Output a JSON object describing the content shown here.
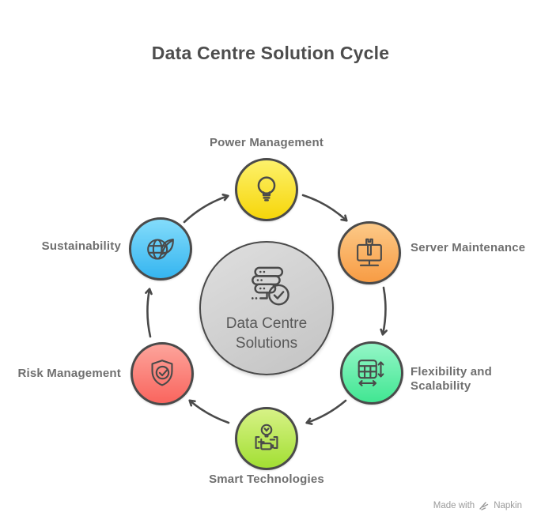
{
  "title": "Data Centre Solution Cycle",
  "center": {
    "label": "Data Centre\nSolutions",
    "icon": "server-check-icon",
    "color_top": "#dfdfdf",
    "color_bottom": "#c3c3c3"
  },
  "nodes": [
    {
      "id": "power-management",
      "label": "Power Management",
      "icon": "lightbulb-icon",
      "color_top": "#fdf16b",
      "color_bottom": "#f6d60a"
    },
    {
      "id": "server-maintenance",
      "label": "Server Maintenance",
      "icon": "monitor-wrench-icon",
      "color_top": "#fcc987",
      "color_bottom": "#f89c44"
    },
    {
      "id": "flexibility-scalability",
      "label": "Flexibility and\nScalability",
      "icon": "grid-resize-icon",
      "color_top": "#94f6c7",
      "color_bottom": "#41e692"
    },
    {
      "id": "smart-technologies",
      "label": "Smart Technologies",
      "icon": "smart-bulb-battery-icon",
      "color_top": "#d7f286",
      "color_bottom": "#a2df33"
    },
    {
      "id": "risk-management",
      "label": "Risk Management",
      "icon": "shield-check-icon",
      "color_top": "#fda49b",
      "color_bottom": "#f9655e"
    },
    {
      "id": "sustainability",
      "label": "Sustainability",
      "icon": "globe-leaf-icon",
      "color_top": "#83dcfb",
      "color_bottom": "#35b5f0"
    }
  ],
  "colors": {
    "outline": "#4a4a4a",
    "arrow": "#4a4a4a",
    "title_text": "#4d4d4d",
    "label_text": "#6f6f6f",
    "center_text": "#585858",
    "watermark_text": "#9b9b9b"
  },
  "watermark": {
    "prefix": "Made with",
    "brand": "Napkin"
  }
}
